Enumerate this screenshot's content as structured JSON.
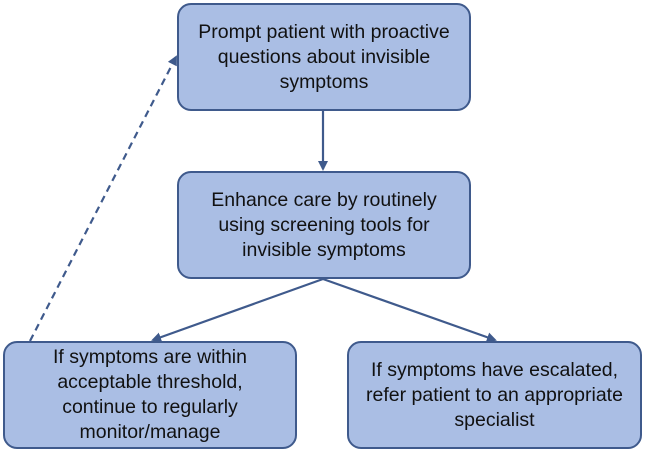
{
  "colors": {
    "box_fill": "#aabee4",
    "box_border": "#3f5a8c",
    "arrow": "#3f5a8c",
    "text": "#111111"
  },
  "nodes": {
    "prompt": "Prompt patient with proactive questions about invisible symptoms",
    "screen": "Enhance care by routinely using screening tools for invisible symptoms",
    "monitor": "If symptoms are within acceptable threshold, continue to regularly monitor/manage",
    "refer": "If symptoms have escalated, refer patient to an appropriate specialist"
  },
  "edges": [
    {
      "from": "prompt",
      "to": "screen",
      "style": "solid"
    },
    {
      "from": "screen",
      "to": "monitor",
      "style": "solid"
    },
    {
      "from": "screen",
      "to": "refer",
      "style": "solid"
    },
    {
      "from": "monitor",
      "to": "prompt",
      "style": "dashed"
    }
  ]
}
